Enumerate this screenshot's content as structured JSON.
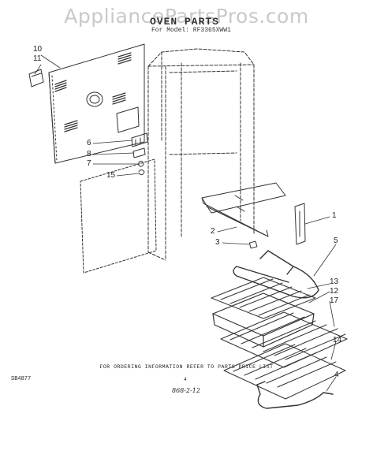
{
  "watermark": "AppliancePartsPros.com",
  "header": {
    "title": "OVEN PARTS",
    "model": "For Model: RF3365XWW1"
  },
  "callouts": [
    "10",
    "11",
    "6",
    "8",
    "7",
    "15",
    "1",
    "2",
    "3",
    "5",
    "13",
    "12",
    "17",
    "14",
    "4"
  ],
  "footer": {
    "ordering_note": "FOR ORDERING INFORMATION REFER TO PARTS PRICE LIST",
    "doc_code": "SB4877",
    "page": "4",
    "handwritten": "868-2-12"
  },
  "colors": {
    "line": "#333333",
    "watermark": "#c9c9c9"
  }
}
